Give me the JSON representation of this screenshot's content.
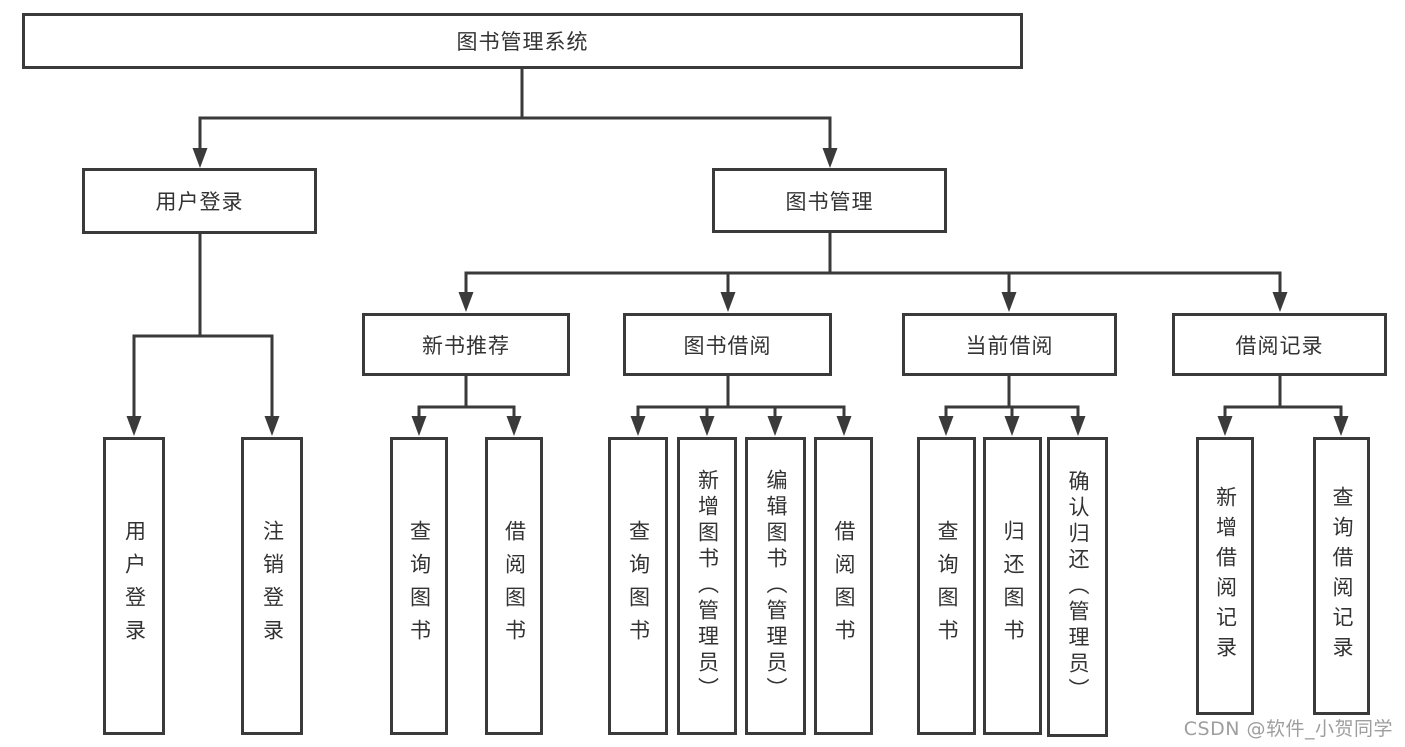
{
  "diagram": {
    "type": "hierarchy-tree",
    "colors": {
      "line": "#3a3a3a",
      "text": "#333333",
      "box_background": "#ffffff",
      "watermark": "#9e9e9e"
    },
    "nodes": {
      "root": {
        "label": "图书管理系统"
      },
      "user_login": {
        "label": "用户登录"
      },
      "book_mgmt": {
        "label": "图书管理"
      },
      "new_book_rec": {
        "label": "新书推荐"
      },
      "book_borrow": {
        "label": "图书借阅"
      },
      "current_borrow": {
        "label": "当前借阅"
      },
      "borrow_record": {
        "label": "借阅记录"
      },
      "leaf_user_login": {
        "label": "用户登录"
      },
      "leaf_logout": {
        "label": "注销登录"
      },
      "leaf_query_book_rec": {
        "label": "查询图书"
      },
      "leaf_borrow_book_rec": {
        "label": "借阅图书"
      },
      "leaf_query_book_borrow": {
        "label": "查询图书"
      },
      "leaf_add_book_admin": {
        "label": "新增图书（管理员）"
      },
      "leaf_edit_book_admin": {
        "label": "编辑图书（管理员）"
      },
      "leaf_borrow_book_borrow": {
        "label": "借阅图书"
      },
      "leaf_query_book_current": {
        "label": "查询图书"
      },
      "leaf_return_book": {
        "label": "归还图书"
      },
      "leaf_confirm_return_admin": {
        "label": "确认归还（管理员）"
      },
      "leaf_add_borrow_record": {
        "label": "新增借阅记录"
      },
      "leaf_query_borrow_record": {
        "label": "查询借阅记录"
      }
    },
    "watermark": "CSDN @软件_小贺同学"
  }
}
